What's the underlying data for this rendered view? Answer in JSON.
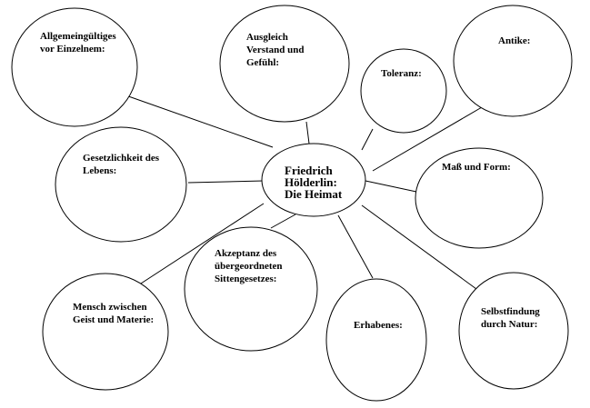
{
  "diagram": {
    "center": {
      "lines": [
        "Friedrich",
        "Hölderlin:",
        "Die Heimat"
      ]
    },
    "nodes": [
      {
        "id": "allgemein",
        "lines": [
          "Allgemeingültiges",
          "vor Einzelnem:"
        ]
      },
      {
        "id": "ausgleich",
        "lines": [
          "Ausgleich",
          "Verstand und",
          "Gefühl:"
        ]
      },
      {
        "id": "toleranz",
        "lines": [
          "Toleranz:"
        ]
      },
      {
        "id": "antike",
        "lines": [
          "Antike:"
        ]
      },
      {
        "id": "gesetz",
        "lines": [
          "Gesetzlichkeit des",
          "Lebens:"
        ]
      },
      {
        "id": "mass",
        "lines": [
          "Maß und Form:"
        ]
      },
      {
        "id": "akzeptanz",
        "lines": [
          "Akzeptanz des",
          "übergeordneten",
          "Sittengesetzes:"
        ]
      },
      {
        "id": "mensch",
        "lines": [
          "Mensch zwischen",
          "Geist und Materie:"
        ]
      },
      {
        "id": "erhabenes",
        "lines": [
          "Erhabenes:"
        ]
      },
      {
        "id": "selbst",
        "lines": [
          "Selbstfindung",
          "durch Natur:"
        ]
      }
    ]
  }
}
